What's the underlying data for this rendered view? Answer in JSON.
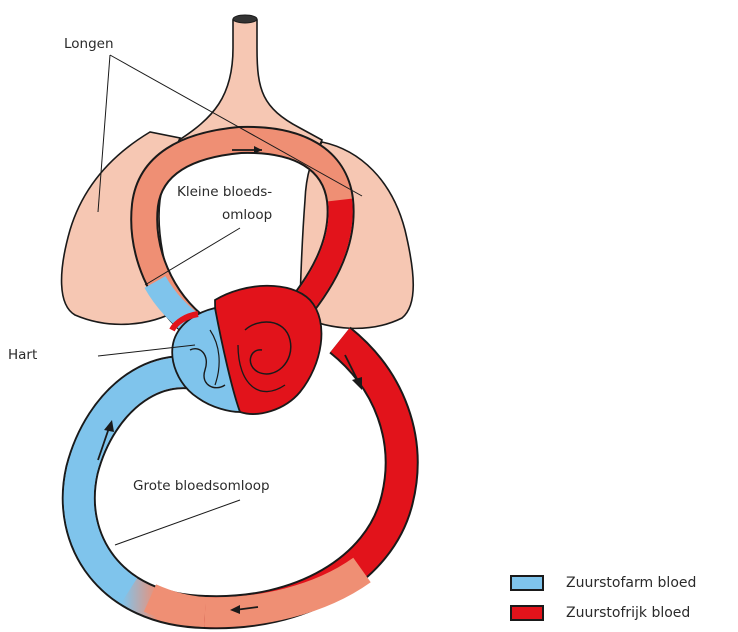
{
  "labels": {
    "lungs": "Longen",
    "small_circulation": "Kleine bloeds-",
    "small_circulation_2": "omloop",
    "heart": "Hart",
    "large_circulation": "Grote bloedsomloop"
  },
  "legend": {
    "items": [
      {
        "label": "Zuurstofarm bloed",
        "color": "#7fc4ec"
      },
      {
        "label": "Zuurstofrijk bloed",
        "color": "#e2131b"
      }
    ]
  },
  "colors": {
    "lung": "#f6c7b3",
    "oxygen_poor": "#7fc4ec",
    "oxygen_rich": "#e2131b",
    "mixed": "#ef8f74",
    "outline": "#1a1a1a"
  }
}
